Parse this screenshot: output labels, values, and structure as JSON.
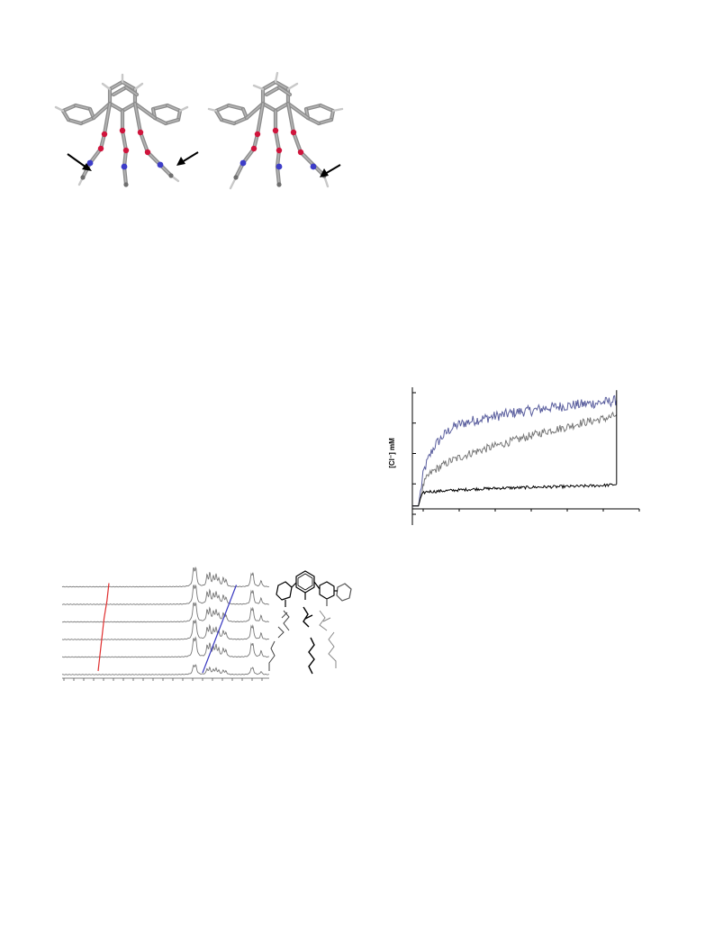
{
  "figure_1": {
    "description_none": ""
  },
  "chart_data": {
    "type": "line",
    "title": "",
    "xlabel": "",
    "ylabel": "[Cl⁻] mM",
    "xlim": [
      0,
      300
    ],
    "ylim": [
      0,
      4.2
    ],
    "grid": false,
    "legend": "none",
    "series": [
      {
        "color": "#5a5e9e",
        "x": [
          0,
          8,
          12,
          15,
          20,
          25,
          30,
          40,
          50,
          60,
          80,
          100,
          120,
          140,
          160,
          180,
          200,
          220,
          240,
          260,
          270
        ],
        "y": [
          0.1,
          0.1,
          0.8,
          1.3,
          1.65,
          1.95,
          2.2,
          2.5,
          2.75,
          2.9,
          3.05,
          3.15,
          3.25,
          3.35,
          3.4,
          3.5,
          3.55,
          3.6,
          3.65,
          3.7,
          3.75
        ]
      },
      {
        "color": "#777777",
        "x": [
          0,
          8,
          12,
          15,
          20,
          25,
          30,
          40,
          50,
          60,
          80,
          100,
          120,
          140,
          160,
          180,
          200,
          220,
          240,
          260,
          270
        ],
        "y": [
          0.1,
          0.1,
          0.55,
          0.85,
          1.1,
          1.25,
          1.35,
          1.5,
          1.65,
          1.75,
          1.95,
          2.1,
          2.25,
          2.4,
          2.55,
          2.7,
          2.8,
          2.95,
          3.05,
          3.15,
          3.25
        ]
      },
      {
        "color": "#000000",
        "x": [
          0,
          8,
          12,
          15,
          20,
          30,
          40,
          60,
          80,
          100,
          120,
          140,
          160,
          180,
          200,
          220,
          240,
          260,
          270
        ],
        "y": [
          0.1,
          0.1,
          0.45,
          0.55,
          0.6,
          0.6,
          0.62,
          0.65,
          0.68,
          0.7,
          0.72,
          0.73,
          0.75,
          0.76,
          0.77,
          0.78,
          0.8,
          0.82,
          0.85
        ]
      }
    ]
  },
  "nmr": {
    "traces": 6
  }
}
